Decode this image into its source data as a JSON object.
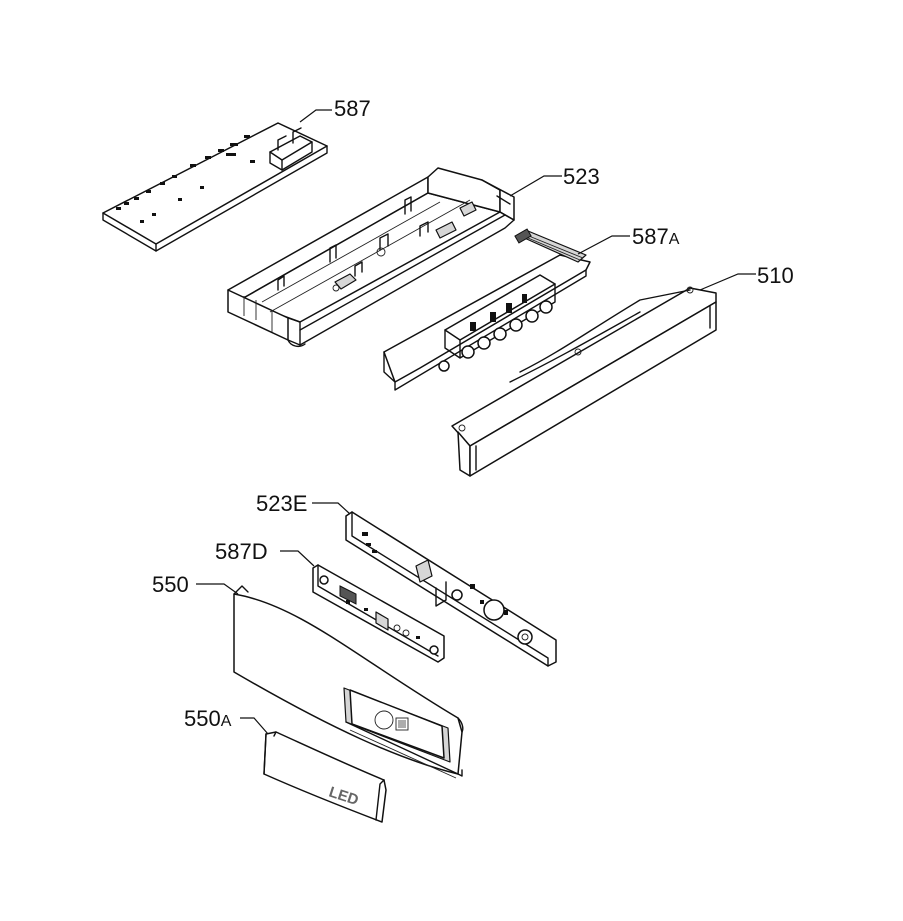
{
  "parts": [
    {
      "id": "p587",
      "main": "587",
      "suffix": ""
    },
    {
      "id": "p523",
      "main": "523",
      "suffix": ""
    },
    {
      "id": "p587A",
      "main": "587",
      "suffix": "A"
    },
    {
      "id": "p510",
      "main": "510",
      "suffix": ""
    },
    {
      "id": "p523E",
      "main": "523E",
      "suffix": ""
    },
    {
      "id": "p587D",
      "main": "587D",
      "suffix": ""
    },
    {
      "id": "p550",
      "main": "550",
      "suffix": ""
    },
    {
      "id": "p550A",
      "main": "550",
      "suffix": "A"
    }
  ],
  "embossed_text": "LED"
}
